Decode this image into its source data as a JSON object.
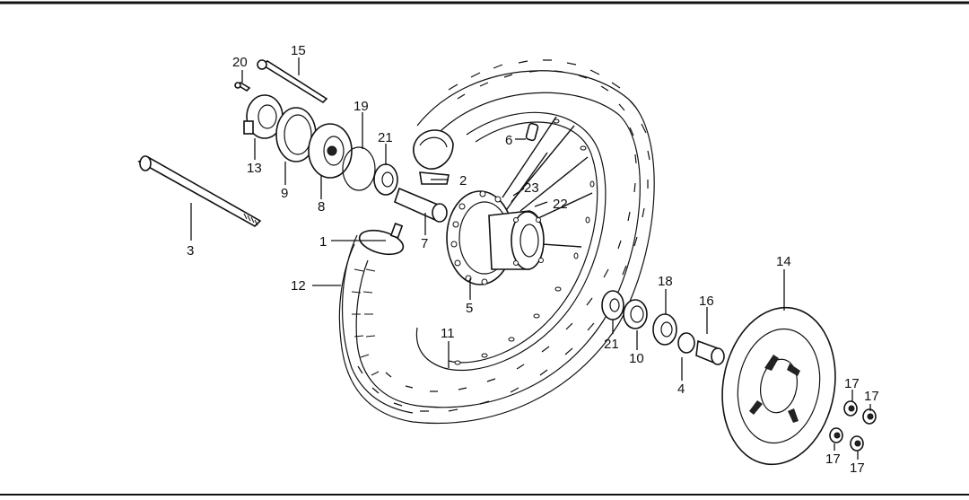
{
  "diagram": {
    "frame_color": "#111111",
    "parts": [
      {
        "id": "p1",
        "label": "1"
      },
      {
        "id": "p2",
        "label": "2"
      },
      {
        "id": "p3",
        "label": "3"
      },
      {
        "id": "p4",
        "label": "4"
      },
      {
        "id": "p5",
        "label": "5"
      },
      {
        "id": "p6",
        "label": "6"
      },
      {
        "id": "p7",
        "label": "7"
      },
      {
        "id": "p8",
        "label": "8"
      },
      {
        "id": "p9",
        "label": "9"
      },
      {
        "id": "p10",
        "label": "10"
      },
      {
        "id": "p11",
        "label": "11"
      },
      {
        "id": "p12",
        "label": "12"
      },
      {
        "id": "p13",
        "label": "13"
      },
      {
        "id": "p14",
        "label": "14"
      },
      {
        "id": "p15",
        "label": "15"
      },
      {
        "id": "p16",
        "label": "16"
      },
      {
        "id": "p17a",
        "label": "17"
      },
      {
        "id": "p17b",
        "label": "17"
      },
      {
        "id": "p17c",
        "label": "17"
      },
      {
        "id": "p17d",
        "label": "17"
      },
      {
        "id": "p18",
        "label": "18"
      },
      {
        "id": "p19",
        "label": "19"
      },
      {
        "id": "p20",
        "label": "20"
      },
      {
        "id": "p21a",
        "label": "21"
      },
      {
        "id": "p21b",
        "label": "21"
      },
      {
        "id": "p22",
        "label": "22"
      },
      {
        "id": "p23",
        "label": "23"
      }
    ]
  }
}
